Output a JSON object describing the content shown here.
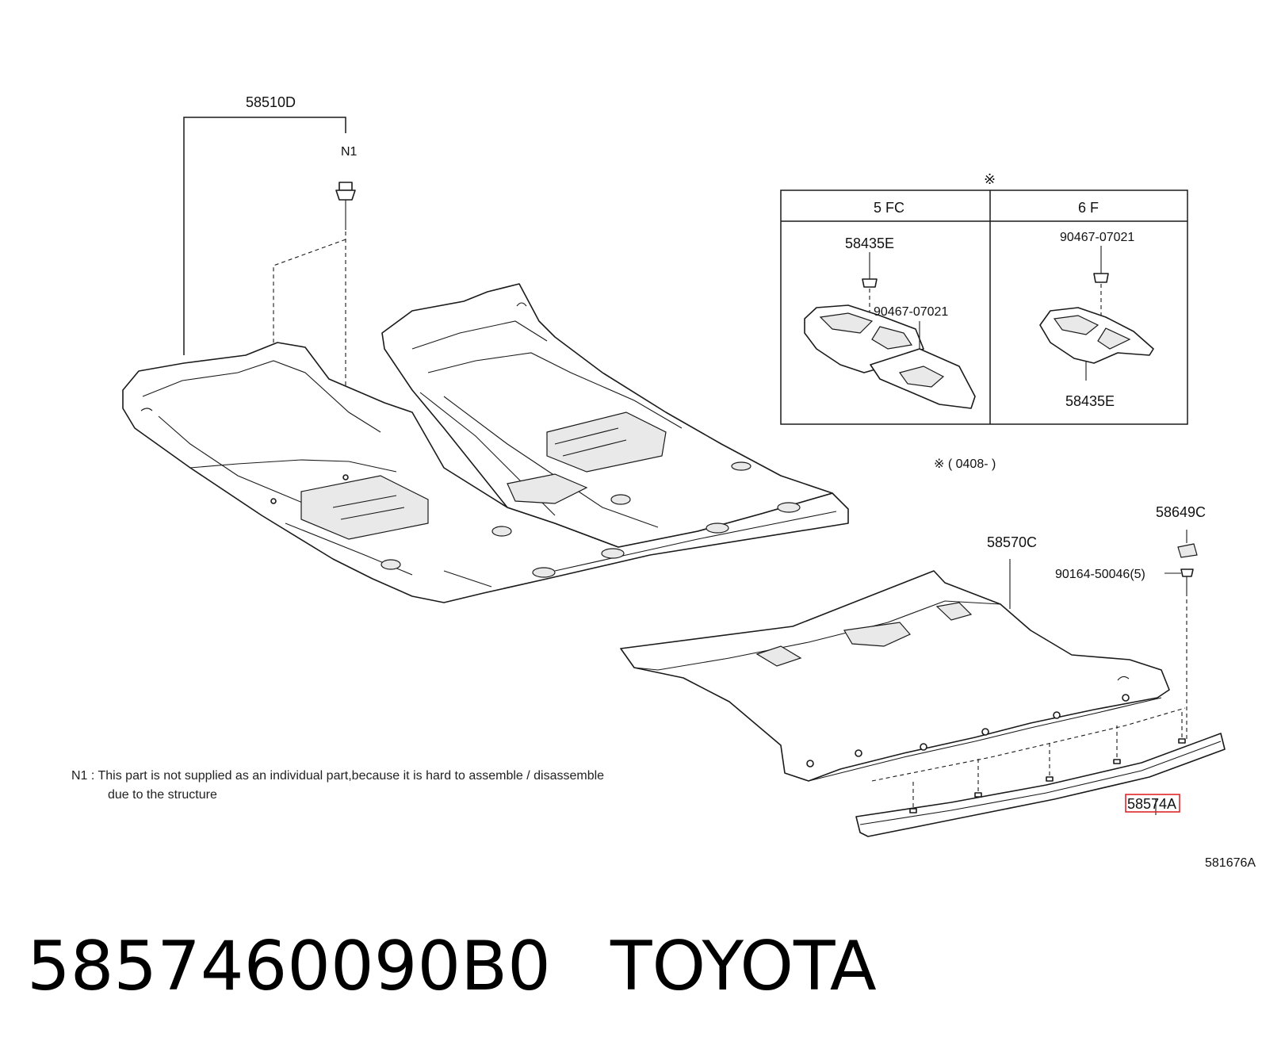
{
  "callouts": {
    "main_carpet": "58510D",
    "n1_marker": "N1",
    "inset_mark": "※",
    "inset_col1_header": "5 FC",
    "inset_col2_header": "6 F",
    "inset_col1_part_top": "58435E",
    "inset_col1_part_mid": "90467-07021",
    "inset_col2_part_top": "90467-07021",
    "inset_col2_part_bottom": "58435E",
    "date_note": "※ ( 0408-          )",
    "cap": "58649C",
    "rear_carpet": "58570C",
    "screw": "90164-50046(5)",
    "highlight_part": "58574A",
    "diagram_id": "581676A"
  },
  "footnote": {
    "line1": "N1 :  This part is not supplied as an individual part,because it is hard to assemble / disassemble",
    "line2": "due to the structure"
  },
  "product": {
    "part_number": "5857460090B0",
    "brand": "TOYOTA"
  }
}
